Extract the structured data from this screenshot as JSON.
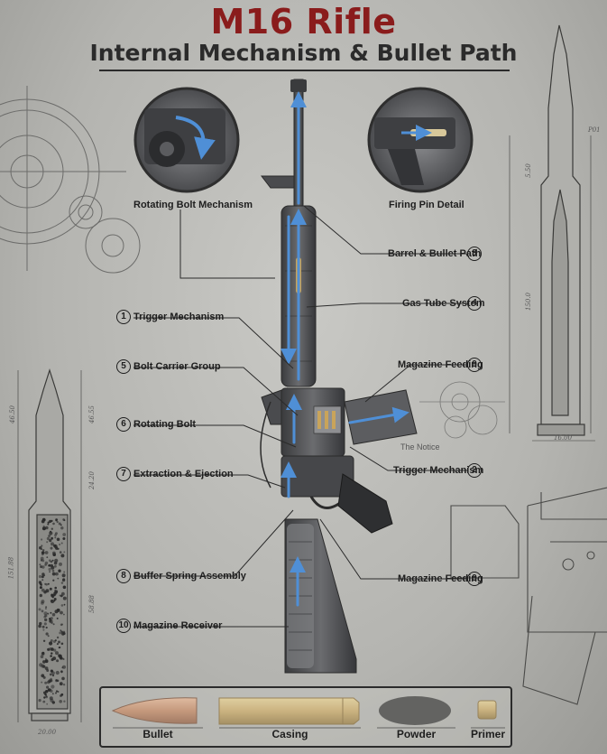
{
  "header": {
    "title": "M16 Rifle",
    "subtitle": "Internal Mechanism & Bullet Path"
  },
  "insets": [
    {
      "caption": "Rotating Bolt Mechanism"
    },
    {
      "caption": "Firing Pin Detail"
    }
  ],
  "callouts": {
    "barrel": {
      "num": "3",
      "label": "Barrel & Bullet Path"
    },
    "gas_tube": {
      "num": "4",
      "label": "Gas Tube System"
    },
    "trigger_left": {
      "num": "1",
      "label": "Trigger Mechanism"
    },
    "bolt_carrier": {
      "num": "5",
      "label": "Bolt Carrier Group"
    },
    "magazine_feeding_upper": {
      "num": "9",
      "label": "Magazine Feeding"
    },
    "rotating_bolt": {
      "num": "6",
      "label": "Rotating Bolt"
    },
    "extraction": {
      "num": "7",
      "label": "Extraction & Ejection"
    },
    "trigger_right": {
      "num": "2",
      "label": "Trigger Mechanism"
    },
    "buffer_spring": {
      "num": "8",
      "label": "Buffer Spring Assembly"
    },
    "magazine_feeding_lower": {
      "num": "9",
      "label": "Magazine Feeding"
    },
    "magazine_receiver": {
      "num": "10",
      "label": "Magazine Receiver"
    }
  },
  "notice": "The Notice",
  "dimensions": {
    "left_cartridge": [
      "46.50",
      "46.55",
      "24.20",
      "151.88",
      "58.88",
      "20.00"
    ],
    "right_cartridge": [
      "P01",
      "5.50",
      "150.0",
      "16.00"
    ]
  },
  "components": [
    {
      "label": "Bullet"
    },
    {
      "label": "Casing"
    },
    {
      "label": "Powder"
    },
    {
      "label": "Primer"
    }
  ],
  "colors": {
    "title": "#8a1c1c",
    "flow_arrow": "#4f8fd6",
    "brass": "#c9a45a",
    "copper": "#c07d55"
  }
}
